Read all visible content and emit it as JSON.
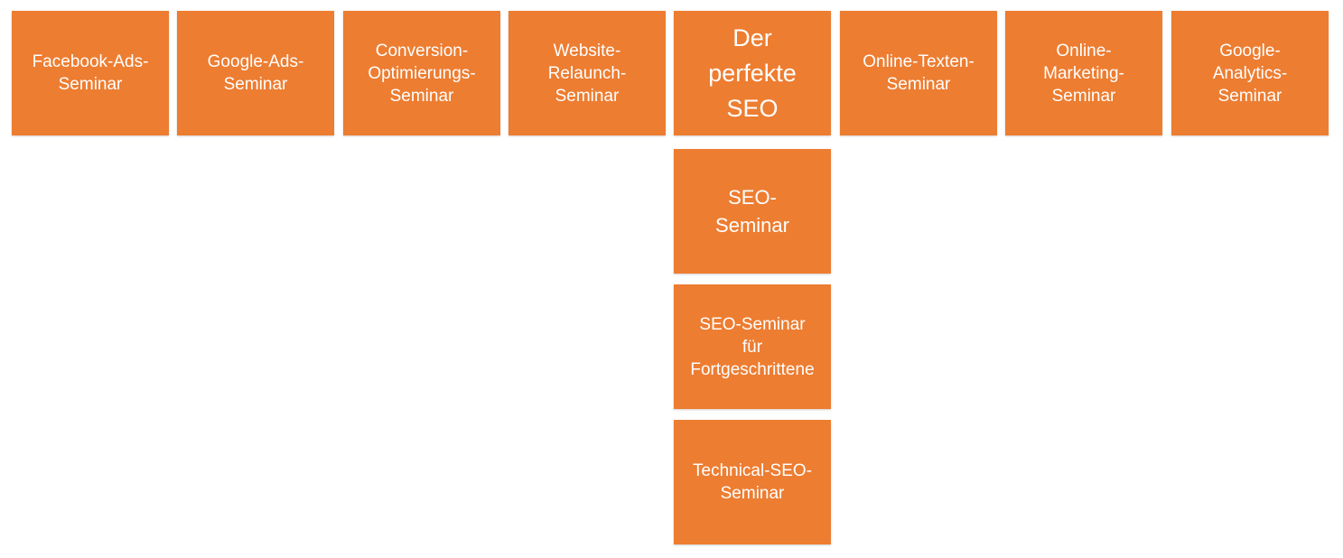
{
  "colors": {
    "box_fill": "#ed7d31",
    "text": "#ffffff",
    "background": "#ffffff"
  },
  "top_row": [
    {
      "label": "Facebook-Ads-\nSeminar"
    },
    {
      "label": "Google-Ads-\nSeminar"
    },
    {
      "label": "Conversion-\nOptimierungs-\nSeminar"
    },
    {
      "label": "Website-\nRelaunch-\nSeminar"
    },
    {
      "label": "Der\nperfekte\nSEO"
    },
    {
      "label": "Online-Texten-\nSeminar"
    },
    {
      "label": "Online-\nMarketing-\nSeminar"
    },
    {
      "label": "Google-\nAnalytics-\nSeminar"
    }
  ],
  "seo_column": [
    {
      "label": "SEO-\nSeminar"
    },
    {
      "label": "SEO-Seminar\nfür\nFortgeschrittene"
    },
    {
      "label": "Technical-SEO-\nSeminar"
    }
  ]
}
